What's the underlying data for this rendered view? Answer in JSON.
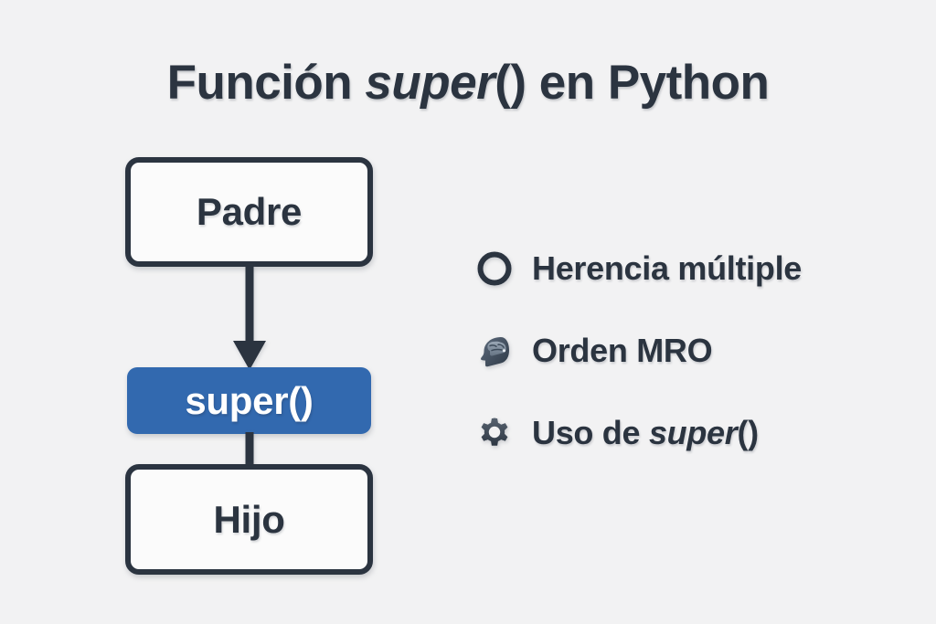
{
  "page": {
    "background_color": "#f2f2f3",
    "text_color": "#2b3440",
    "accent_color": "#3269af"
  },
  "title": {
    "prefix": "Función ",
    "emphasis": "super",
    "suffix": "() en Python",
    "full": "Función super() en Python"
  },
  "diagram": {
    "nodes": [
      {
        "id": "padre",
        "label": "Padre",
        "style": "outline",
        "fill": "#fbfbfb",
        "border": "#2b3440",
        "text": "#2b3440"
      },
      {
        "id": "super",
        "label": "super()",
        "style": "filled",
        "fill": "#3269af",
        "border": "none",
        "text": "#ffffff"
      },
      {
        "id": "hijo",
        "label": "Hijo",
        "style": "outline",
        "fill": "#fbfbfb",
        "border": "#2b3440",
        "text": "#2b3440"
      }
    ],
    "connectors": [
      {
        "id": "padre-super",
        "from": "padre",
        "to": "super",
        "kind": "arrow",
        "color": "#2b3440"
      },
      {
        "id": "super-hijo",
        "from": "super",
        "to": "hijo",
        "kind": "line",
        "color": "#2b3440"
      }
    ]
  },
  "features": {
    "items": [
      {
        "icon": "circle-icon",
        "label": "Herencia múltiple",
        "label_prefix": "Herencia múltiple",
        "label_emphasis": "",
        "label_suffix": ""
      },
      {
        "icon": "head-brain-icon",
        "label": "Orden MRO",
        "label_prefix": "Orden MRO",
        "label_emphasis": "",
        "label_suffix": ""
      },
      {
        "icon": "gear-icon",
        "label": "Uso de super()",
        "label_prefix": "Uso de ",
        "label_emphasis": "super",
        "label_suffix": "()"
      }
    ]
  }
}
